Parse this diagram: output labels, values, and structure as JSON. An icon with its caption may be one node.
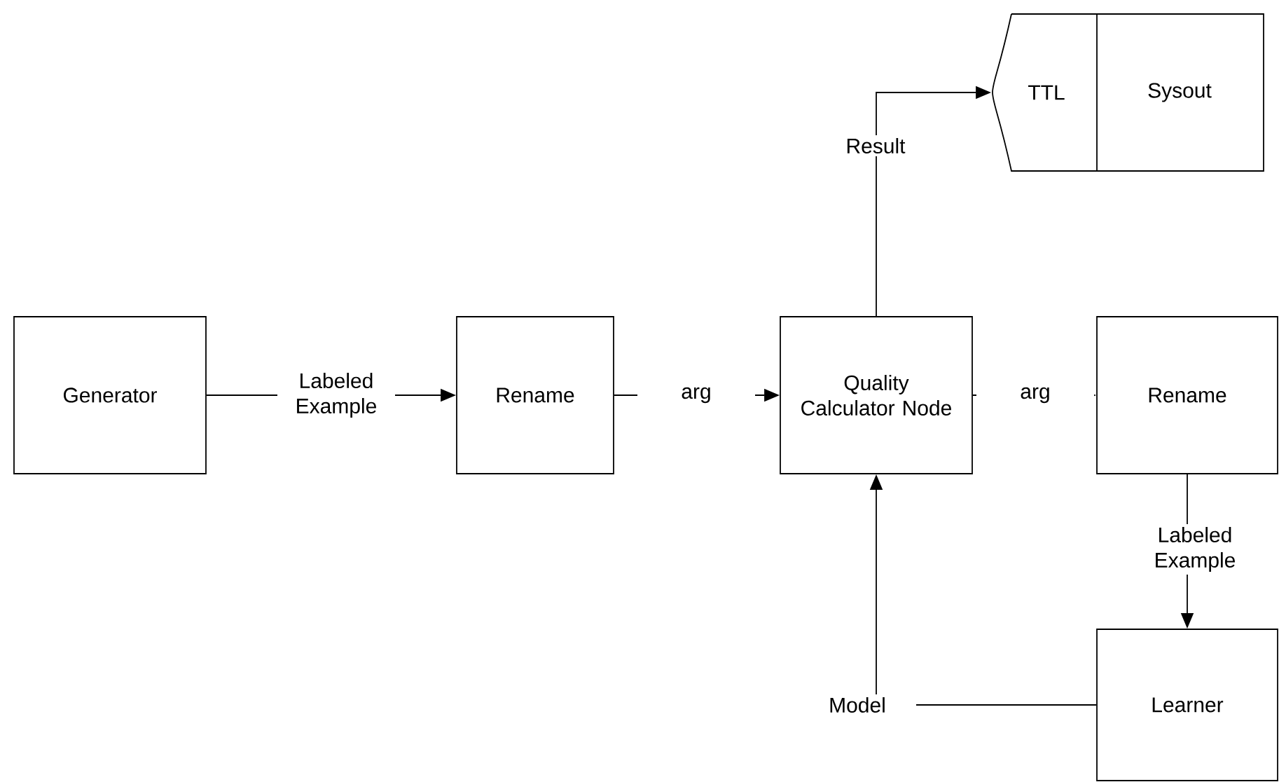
{
  "diagram": {
    "nodes": [
      {
        "text": [
          "TTL",
          "Sysout"
        ]
      },
      {
        "text": [
          "Generator"
        ]
      },
      {
        "text": [
          "Rename"
        ]
      },
      {
        "text": [
          "Quality Calculator Node"
        ]
      },
      {
        "text": [
          "Rename"
        ]
      },
      {
        "text": [
          "Learner"
        ]
      }
    ],
    "edges": [
      {
        "from": 1,
        "to": 2,
        "arrow": "to",
        "label": "Labeled Example"
      },
      {
        "from": 2,
        "to": 3,
        "arrow": "to",
        "label": "arg"
      },
      {
        "from": 3,
        "to": 4,
        "arrow": "to",
        "label": "arg"
      },
      {
        "from": 3,
        "to": 0,
        "arrow": "to",
        "label": "Result"
      },
      {
        "from": 4,
        "to": 5,
        "arrow": "to",
        "label": "Labeled Example"
      },
      {
        "from": 5,
        "to": 3,
        "arrow": "to",
        "label": "Model"
      }
    ]
  }
}
